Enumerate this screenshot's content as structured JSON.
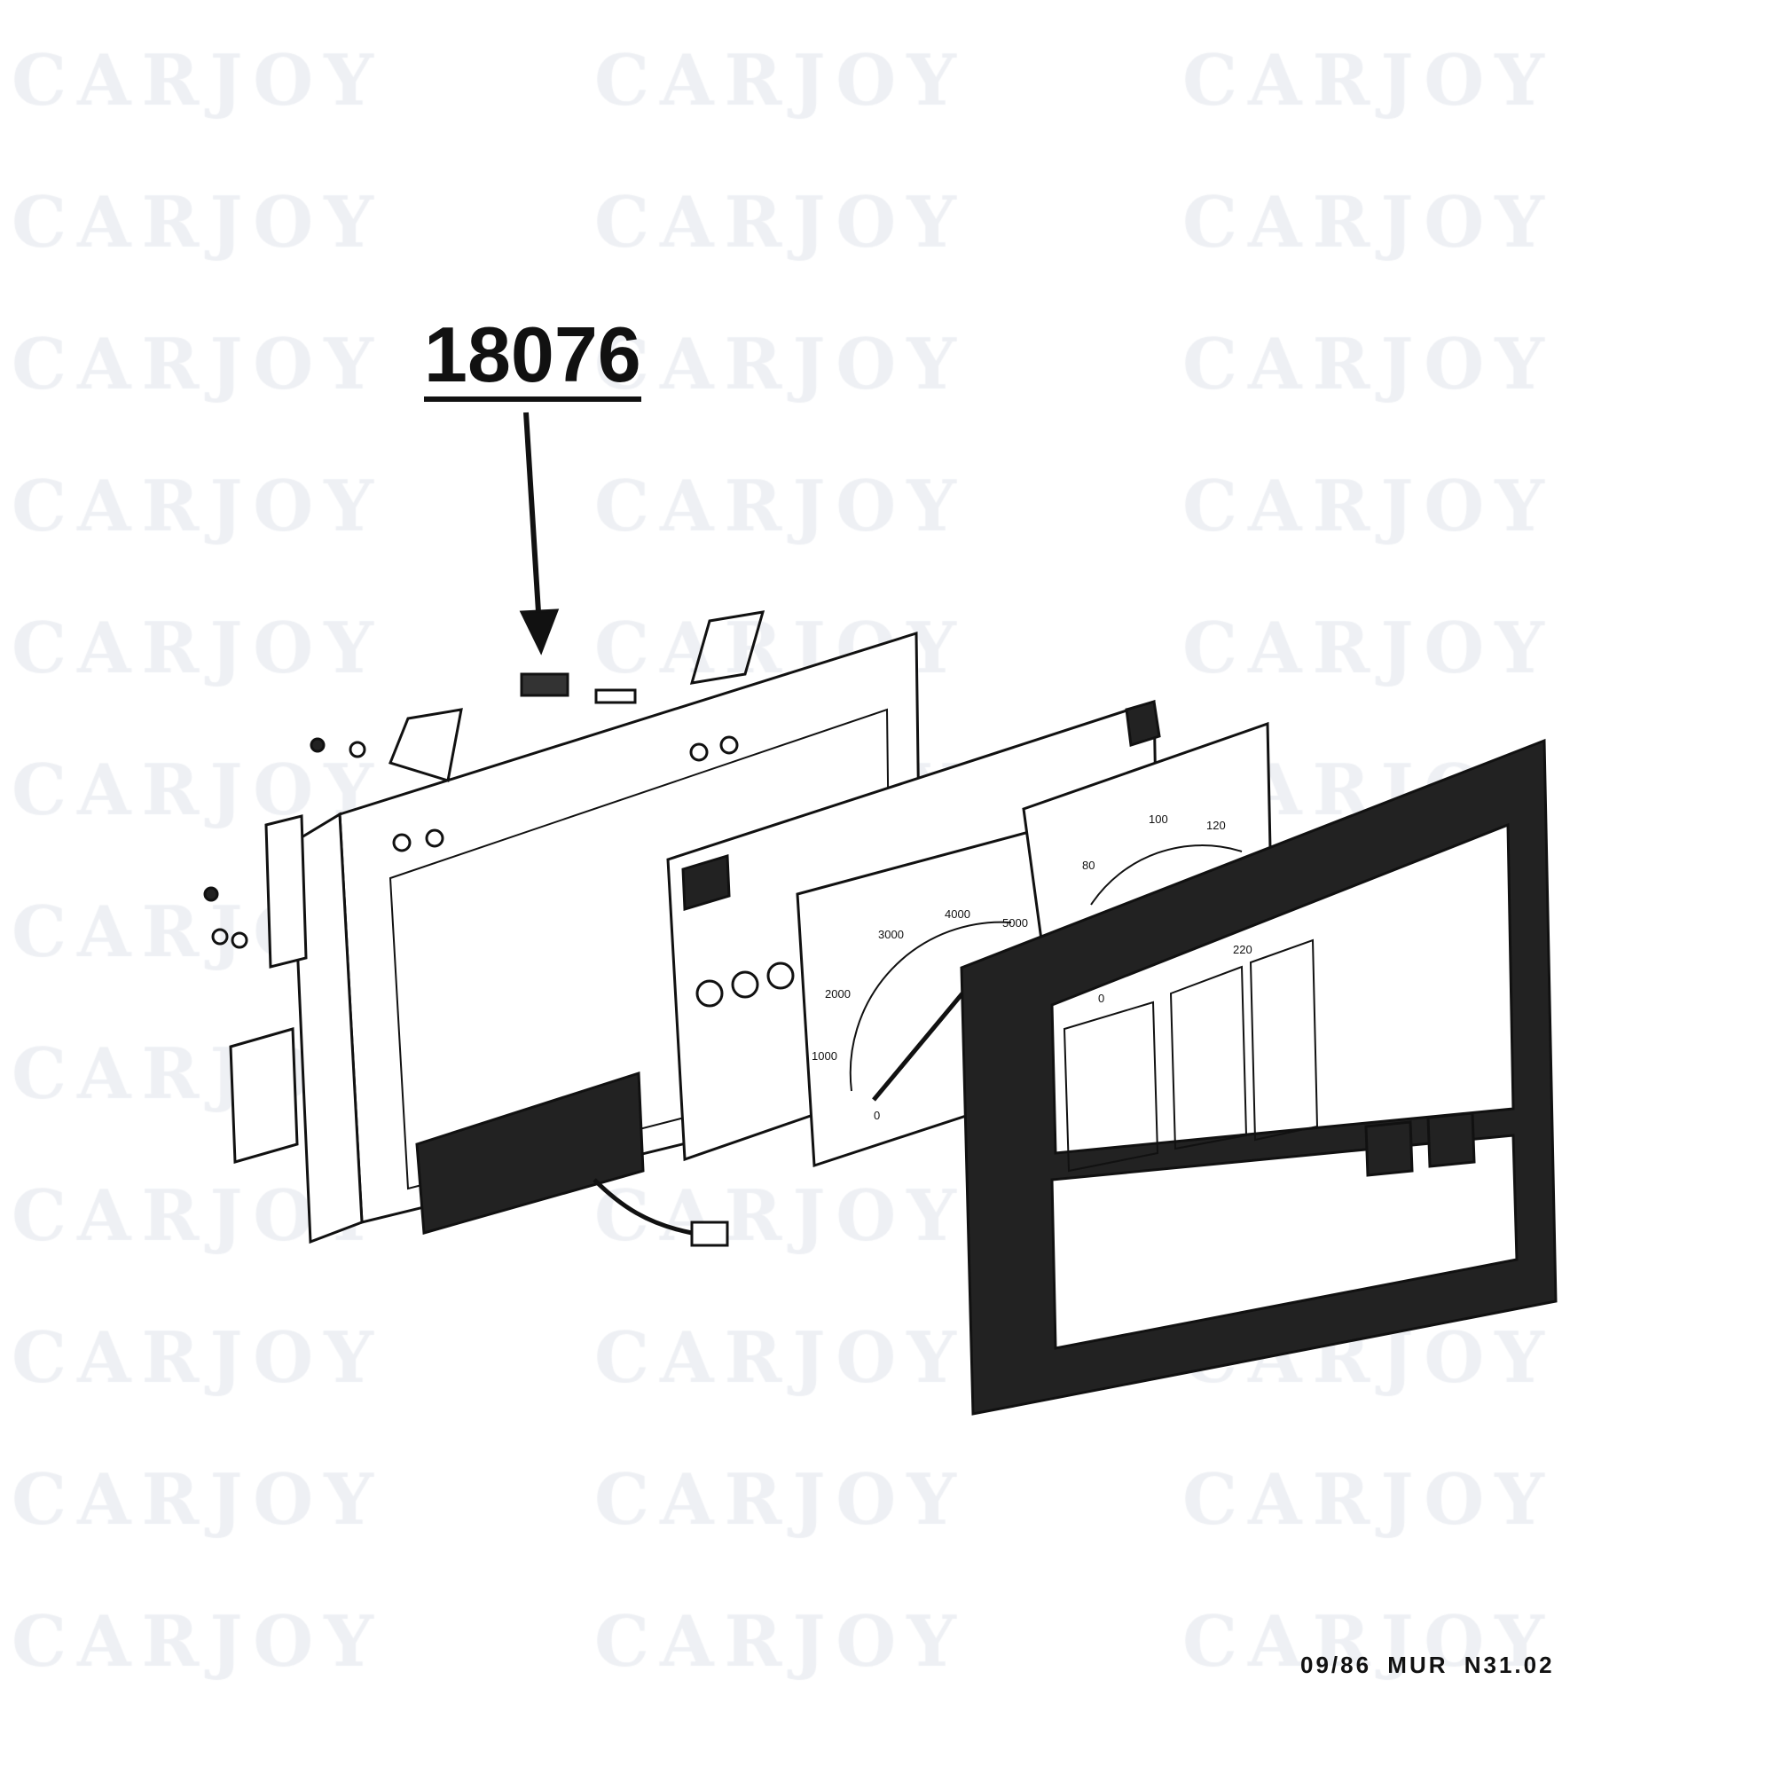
{
  "watermark": {
    "text": "CARJOY",
    "color": "#eef0f4"
  },
  "part_label": "18076",
  "footer_code": "09/86 MUR N31.02",
  "dial_labels": {
    "tach": [
      "1000",
      "2000",
      "3000",
      "4000",
      "5000",
      "0"
    ],
    "speedo": [
      "80",
      "100",
      "120",
      "220",
      "0"
    ]
  }
}
